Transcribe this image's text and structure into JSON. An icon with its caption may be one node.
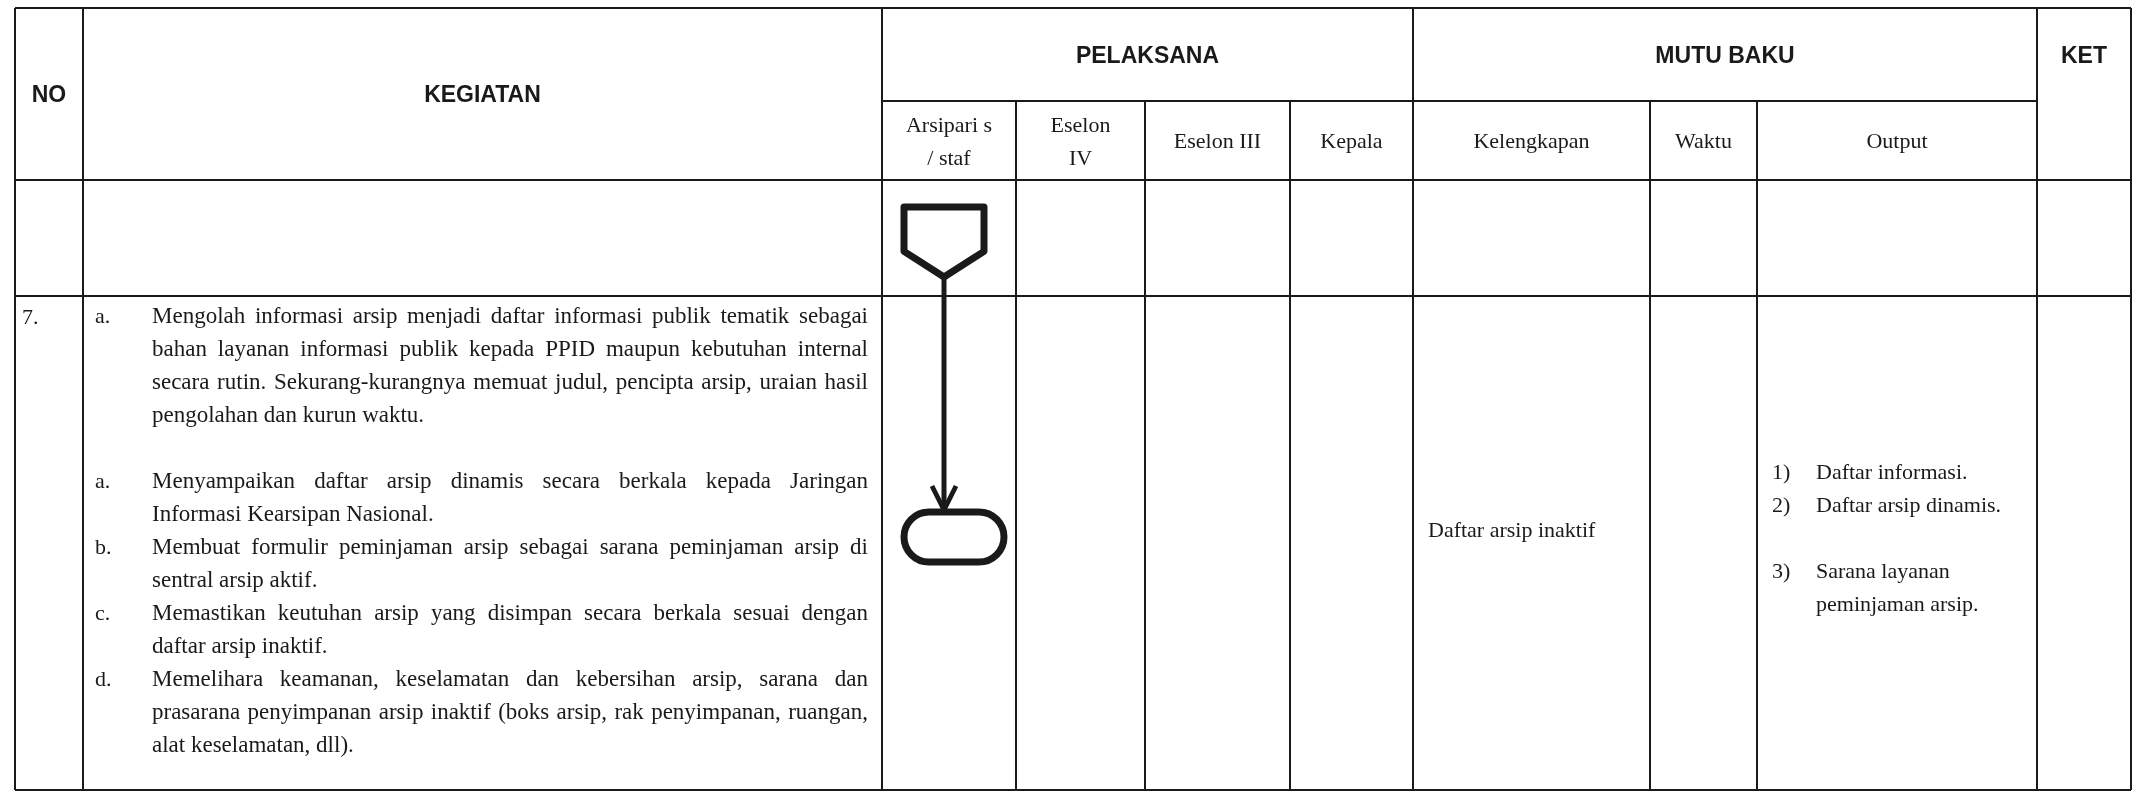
{
  "diagram": {
    "nodes": [
      {
        "text": [],
        "shape": "pentagon"
      },
      {
        "text": [],
        "shape": "terminator"
      }
    ],
    "edges": [
      {
        "from": 0,
        "to": 1,
        "arrow": "to"
      }
    ],
    "labels": [
      "NO",
      "KEGIATAN",
      "PELAKSANA",
      "MUTU BAKU",
      "KET",
      "Arsipari s / staf",
      "Eselon IV",
      "Eselon III",
      "Kepala",
      "Kelengkapan",
      "Waktu",
      "Output",
      "7.",
      "a.",
      "Mengolah informasi arsip menjadi daftar informasi publik tematik sebagai bahan layanan informasi publik kepada PPID maupun kebutuhan internal secara rutin. Sekurang-kurangnya memuat judul, pencipta arsip, uraian hasil pengolahan dan kurun waktu.",
      "a.",
      "Menyampaikan daftar arsip dinamis secara berkala kepada Jaringan Informasi Kearsipan Nasional.",
      "b.",
      "Membuat formulir peminjaman arsip sebagai sarana peminjaman arsip di sentral arsip aktif.",
      "c.",
      "Memastikan keutuhan arsip yang disimpan secara berkala sesuai dengan daftar arsip inaktif.",
      "d.",
      "Memelihara keamanan, keselamatan dan kebersihan arsip, sarana dan prasarana penyimpanan arsip inaktif (boks arsip, rak penyimpanan, ruangan, alat keselamatan, dll).",
      "Daftar arsip inaktif",
      "1)",
      "Daftar informasi.",
      "2)",
      "Daftar arsip dinamis.",
      "3)",
      "Sarana layanan peminjaman arsip."
    ]
  }
}
